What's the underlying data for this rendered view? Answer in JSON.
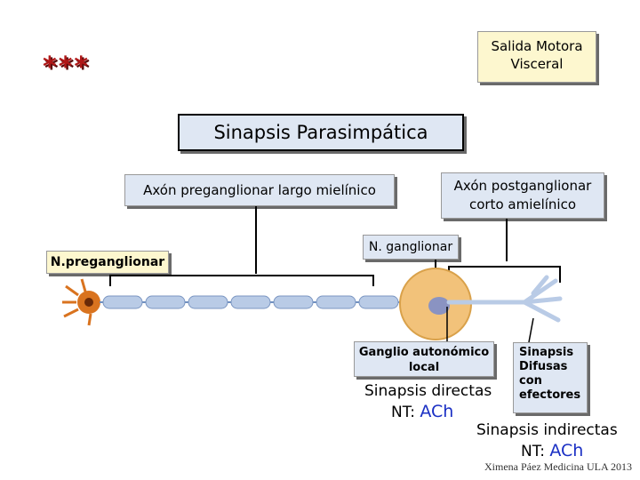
{
  "stars": "***",
  "salida": {
    "line1": "Salida Motora",
    "line2": "Visceral"
  },
  "title": "Sinapsis Parasimpática",
  "pre_axon": "Axón preganglionar largo mielínico",
  "post_axon": {
    "line1": "Axón postganglionar",
    "line2": "corto amielínico"
  },
  "n_pre": "N.preganglionar",
  "n_gang": "N. ganglionar",
  "ganglio": {
    "line1": "Ganglio autonómico",
    "line2": "local"
  },
  "difusas": {
    "line1": "Sinapsis",
    "line2": "Difusas",
    "line3": "con",
    "line4": "efectores"
  },
  "directas": {
    "label": "Sinapsis directas",
    "nt_label": "NT:",
    "nt_value": "ACh"
  },
  "indirectas": {
    "label": "Sinapsis indirectas",
    "nt_label": "NT:",
    "nt_value": "ACh"
  },
  "credit": "Ximena Páez Medicina ULA 2013",
  "colors": {
    "blue_box": "#dfe7f3",
    "yellow_box": "#fdf7cf",
    "ach": "#1a2fc4",
    "stars": "#b01818",
    "ganglion": "#f2c27a"
  }
}
